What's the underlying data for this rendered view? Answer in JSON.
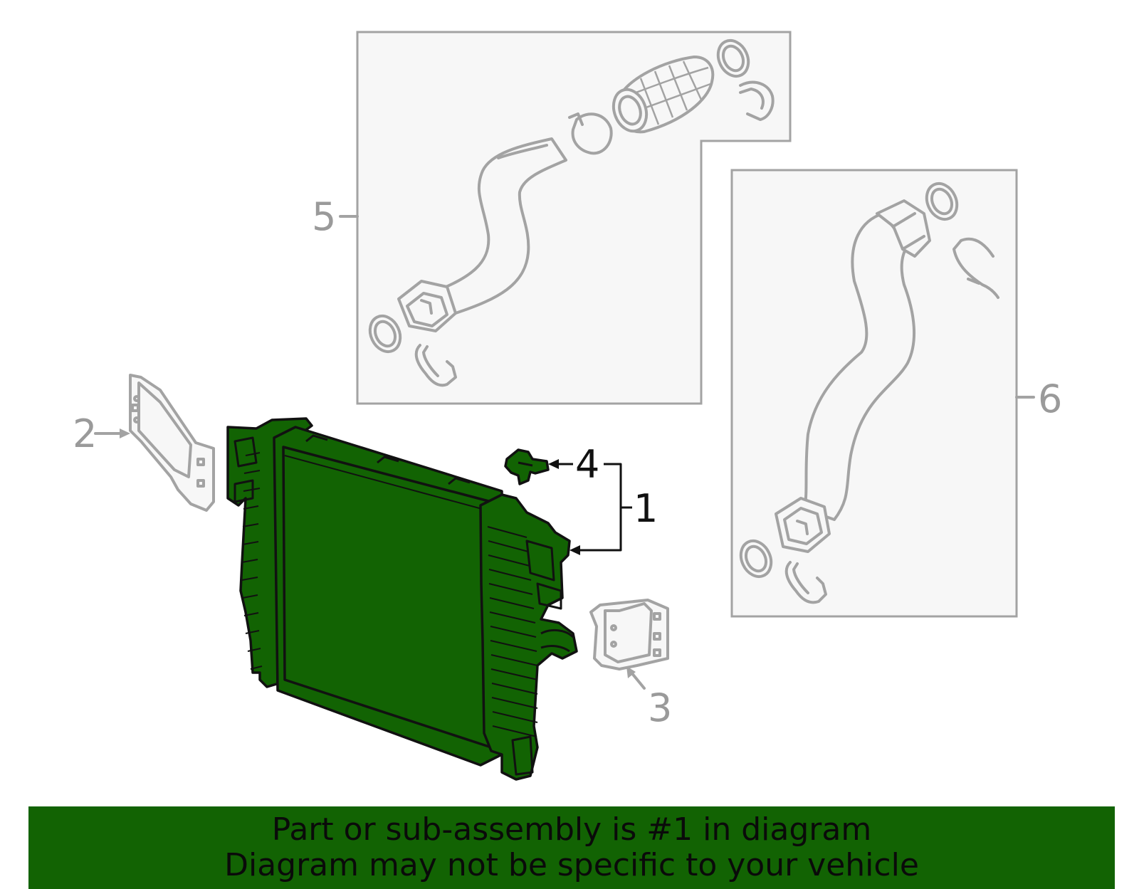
{
  "callouts": {
    "c1": "1",
    "c2": "2",
    "c3": "3",
    "c4": "4",
    "c5": "5",
    "c6": "6"
  },
  "banner": {
    "line1": "Part or sub-assembly is #1 in diagram",
    "line2": "Diagram may not be specific to your vehicle"
  },
  "colors": {
    "highlight": "#126303",
    "outline_gray": "#a3a3a3",
    "panel_fill": "#f7f7f7"
  }
}
